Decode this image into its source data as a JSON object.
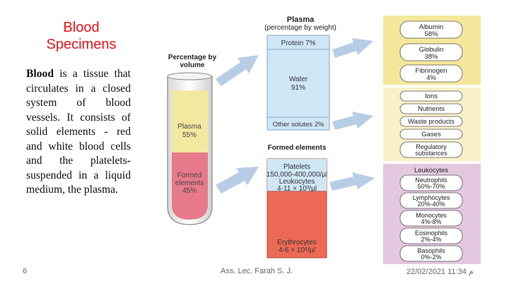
{
  "slide": {
    "title": "Blood Specimens",
    "title_line1": "Blood",
    "title_line2": "Specimens",
    "body_bold": "Blood",
    "body_text": " is a tissue that circulates in a closed system of blood vessels. It consists of solid elements - red and white blood cells and the platelets- suspended in a liquid medium, the plasma."
  },
  "footer": {
    "page_number": "6",
    "author": "Ass. Lec. Farah S. J.",
    "datetime": "م 11:34 22/02/2021"
  },
  "diagram": {
    "plasma_header_line1": "Plasma",
    "plasma_header_line2": "(percentage by weight)",
    "volume_header_line1": "Percentage by",
    "volume_header_line2": "volume",
    "tube_plasma_label": "Plasma",
    "tube_plasma_pct": "55%",
    "tube_formed_line1": "Formed",
    "tube_formed_line2": "elements",
    "tube_formed_pct": "45%",
    "protein": "Protein 7%",
    "water_label": "Water",
    "water_pct": "91%",
    "other_solutes": "Other solutes 2%",
    "formed_header": "Formed elements",
    "platelets_label": "Platelets",
    "platelets_value": "150,000-400,000/µl",
    "leukocytes_label": "Leukocytes",
    "leukocytes_value": "4-11 × 10³/µl",
    "erythrocytes_label": "Erythrocytes",
    "erythrocytes_value": "4-6 × 10⁶/µl",
    "proteins": {
      "albumin": "Albumin",
      "albumin_pct": "58%",
      "globulin": "Globulin",
      "globulin_pct": "38%",
      "fibrinogen": "Fibrinogen",
      "fibrinogen_pct": "4%"
    },
    "solutes": {
      "ions": "Ions",
      "nutrients": "Nutrients",
      "waste": "Waste products",
      "gases": "Gases",
      "regulatory_line1": "Regulatory",
      "regulatory_line2": "substances"
    },
    "leukocyte_types": {
      "header": "Leukocytes",
      "neutrophils": "Neutrophils",
      "neutrophils_pct": "50%-70%",
      "lymphocytes": "Lymphocytes",
      "lymphocytes_pct": "20%-40%",
      "monocytes": "Monocytes",
      "monocytes_pct": "4%-8%",
      "eosinophils": "Eosinophils",
      "eosinophils_pct": "2%-4%",
      "basophils": "Basophils",
      "basophils_pct": "0%-2%"
    },
    "colors": {
      "plasma_light": "#cfe6f5",
      "formed_red": "#ec6a55",
      "tube_red": "#e77a8a",
      "tube_plasma": "#f3e8a0",
      "panel_protein": "#f4e79a",
      "panel_solutes": "#f9f0c8",
      "panel_leuko": "#e3c8e0",
      "arrow": "#b7cde6"
    }
  }
}
